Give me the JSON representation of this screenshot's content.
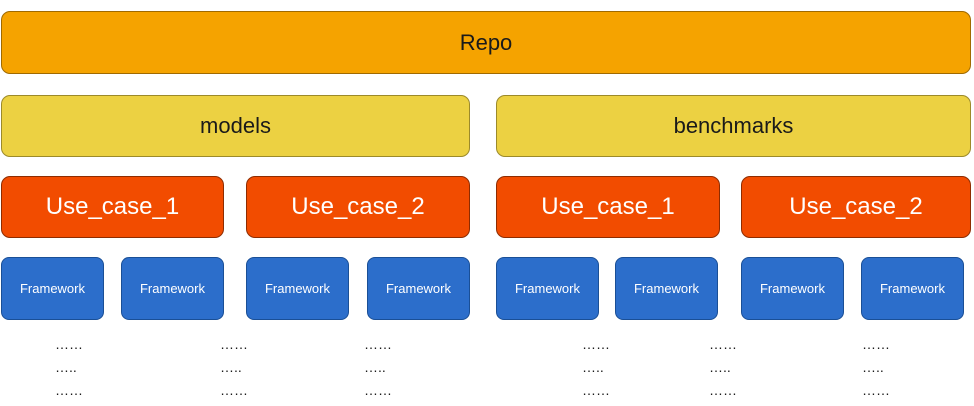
{
  "repo": {
    "label": "Repo"
  },
  "groups": [
    {
      "label": "models"
    },
    {
      "label": "benchmarks"
    }
  ],
  "use_cases": [
    {
      "label": "Use_case_1"
    },
    {
      "label": "Use_case_2"
    },
    {
      "label": "Use_case_1"
    },
    {
      "label": "Use_case_2"
    }
  ],
  "frameworks": [
    {
      "label": "Framework"
    },
    {
      "label": "Framework"
    },
    {
      "label": "Framework"
    },
    {
      "label": "Framework"
    },
    {
      "label": "Framework"
    },
    {
      "label": "Framework"
    },
    {
      "label": "Framework"
    },
    {
      "label": "Framework"
    }
  ],
  "ellipsis_columns": [
    [
      "……",
      "…..",
      "……"
    ],
    [
      "……",
      "…..",
      "……"
    ],
    [
      "……",
      "…..",
      "……"
    ],
    [
      "……",
      "…..",
      "……"
    ],
    [
      "……",
      "…..",
      "……"
    ],
    [
      "……",
      "…..",
      "……"
    ]
  ],
  "colors": {
    "repo": "#f5a300",
    "group": "#ecd142",
    "use_case": "#f24c00",
    "framework": "#2c6ecb"
  }
}
